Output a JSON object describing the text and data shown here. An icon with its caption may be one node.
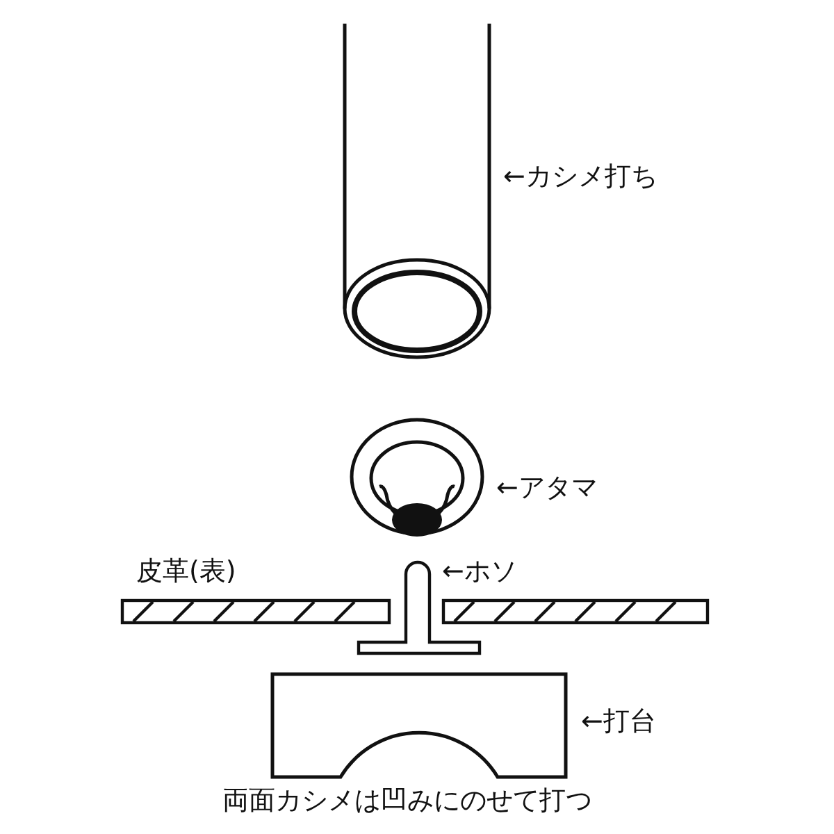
{
  "diagram": {
    "caption": "両面カシメは凹みにのせて打つ",
    "nodes": [
      {
        "text": [],
        "shape": "picture",
        "beside": [
          "←カシメ打ち"
        ]
      },
      {
        "text": [],
        "shape": "picture",
        "beside": [
          "←アタマ"
        ]
      },
      {
        "text": [],
        "shape": "picture",
        "beside": [
          "皮革(表)"
        ]
      },
      {
        "text": [],
        "shape": "picture",
        "beside": [
          "←ホソ"
        ]
      },
      {
        "text": [],
        "shape": "picture"
      },
      {
        "text": [],
        "shape": "picture",
        "beside": [
          "←打台"
        ]
      }
    ]
  }
}
